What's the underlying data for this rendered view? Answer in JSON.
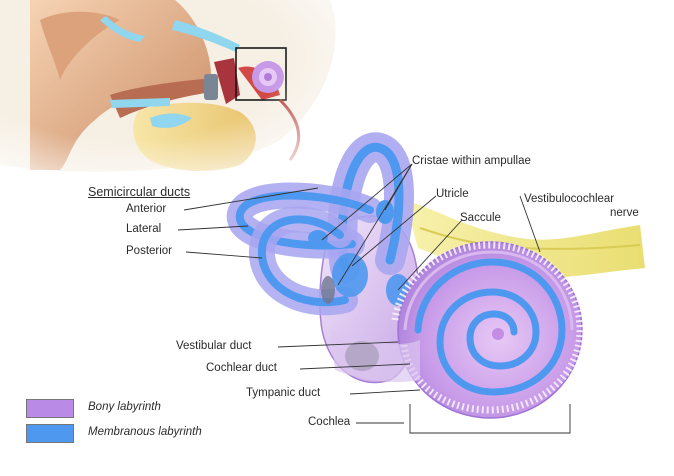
{
  "labels": {
    "semicircular_ducts": "Semicircular ducts",
    "anterior": "Anterior",
    "lateral": "Lateral",
    "posterior": "Posterior",
    "cristae": "Cristae within ampullae",
    "utricle": "Utricle",
    "saccule": "Saccule",
    "nerve_line1": "Vestibulocochlear",
    "nerve_line2": "nerve",
    "vestibular_duct": "Vestibular duct",
    "cochlear_duct": "Cochlear duct",
    "tympanic_duct": "Tympanic duct",
    "cochlea": "Cochlea"
  },
  "legend": [
    {
      "label": "Bony labyrinth",
      "color": "#b98be6"
    },
    {
      "label": "Membranous labyrinth",
      "color": "#4f98f0"
    }
  ],
  "colors": {
    "bony": "#b98be6",
    "membranous": "#4f98f0",
    "nerve": "#f2ea8a",
    "skin": "#e9b98d",
    "bone": "#f3d98a"
  }
}
